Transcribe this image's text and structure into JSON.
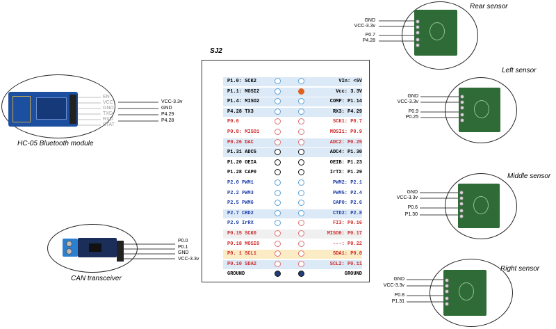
{
  "board": {
    "title": "SJ2",
    "rows": [
      {
        "left": "P1.0: SCK2",
        "right": "VIn: <5V",
        "lc": "black",
        "rc": "black",
        "bg": "#dce9f6",
        "lp": "blue",
        "rp": "blue"
      },
      {
        "left": "P1.1: MOSI2",
        "right": "Vcc: 3.3V",
        "lc": "black",
        "rc": "black",
        "bg": "#dce9f6",
        "lp": "blue",
        "rp": "orange"
      },
      {
        "left": "P1.4: MISO2",
        "right": "COMP: P1.14",
        "lc": "black",
        "rc": "black",
        "bg": "#dce9f6",
        "lp": "blue",
        "rp": "blue"
      },
      {
        "left": "P4.28 TX3",
        "right": "RX3: P4.29",
        "lc": "black",
        "rc": "black",
        "bg": "#dce9f6",
        "lp": "blue",
        "rp": "blue"
      },
      {
        "left": "P0.6",
        "right": "SCK1: P0.7",
        "lc": "red",
        "rc": "red",
        "bg": "#ffffff",
        "lp": "red",
        "rp": "red"
      },
      {
        "left": "P0.8: MISO1",
        "right": "MOSI1: P0.9",
        "lc": "red",
        "rc": "red",
        "bg": "#ffffff",
        "lp": "red",
        "rp": "red"
      },
      {
        "left": "P0.26 DAC",
        "right": "ADC2: P0.25",
        "lc": "red",
        "rc": "red",
        "bg": "#dce9f6",
        "lp": "red",
        "rp": "red"
      },
      {
        "left": "P1.31 ADC5",
        "right": "ADC4: P1.30",
        "lc": "black",
        "rc": "black",
        "bg": "#dce9f6",
        "lp": "black",
        "rp": "black"
      },
      {
        "left": "P1.20 OEIA",
        "right": "OEIB: P1.23",
        "lc": "black",
        "rc": "black",
        "bg": "#ffffff",
        "lp": "black",
        "rp": "black"
      },
      {
        "left": "P1.28 CAP0",
        "right": "IrTX: P1.29",
        "lc": "black",
        "rc": "black",
        "bg": "#ffffff",
        "lp": "black",
        "rp": "black"
      },
      {
        "left": "P2.0 PWM1",
        "right": "PWM2: P2.1",
        "lc": "blue",
        "rc": "blue",
        "bg": "#ffffff",
        "lp": "blue",
        "rp": "blue"
      },
      {
        "left": "P2.2 PWM3",
        "right": "PWM5: P2.4",
        "lc": "blue",
        "rc": "blue",
        "bg": "#ffffff",
        "lp": "blue",
        "rp": "blue"
      },
      {
        "left": "P2.5 PWM6",
        "right": "CAP0: P2.6",
        "lc": "blue",
        "rc": "blue",
        "bg": "#ffffff",
        "lp": "blue",
        "rp": "blue"
      },
      {
        "left": "P2.7 CRD2",
        "right": "CTD2: P2.8",
        "lc": "blue",
        "rc": "blue",
        "bg": "#dce9f6",
        "lp": "blue",
        "rp": "blue"
      },
      {
        "left": "P2.9 IrRX",
        "right": "FI3: P0.16",
        "lc": "blue",
        "rc": "red",
        "bg": "#ffffff",
        "lp": "blue",
        "rp": "red"
      },
      {
        "left": "P0.15 SCK0",
        "right": "MISO0: P0.17",
        "lc": "red",
        "rc": "red",
        "bg": "#f0f0f0",
        "lp": "red",
        "rp": "red"
      },
      {
        "left": "P0.18 MOSI0",
        "right": "---: P0.22",
        "lc": "red",
        "rc": "red",
        "bg": "#ffffff",
        "lp": "red",
        "rp": "red"
      },
      {
        "left": "P0. 1 SCL1",
        "right": "SDA1: P0.0",
        "lc": "red",
        "rc": "red",
        "bg": "#fcecc6",
        "lp": "red",
        "rp": "red"
      },
      {
        "left": "P0.10 SDA2",
        "right": "SCL2: P0.11",
        "lc": "red",
        "rc": "red",
        "bg": "#dce9f6",
        "lp": "red",
        "rp": "red"
      },
      {
        "left": "GROUND",
        "right": "GROUND",
        "lc": "black",
        "rc": "black",
        "bg": "#ffffff",
        "lp": "ground",
        "rp": "ground"
      }
    ]
  },
  "bluetooth": {
    "caption": "HC-05 Bluetooth module",
    "pin_labels": [
      "EN",
      "VCC",
      "GND",
      "TXD",
      "RXD",
      "STAT"
    ],
    "wire_labels": [
      "VCC-3.3v",
      "GND",
      "P4.29",
      "P4.28"
    ]
  },
  "can": {
    "caption": "CAN transceiver",
    "wire_labels": [
      "P0.0",
      "P0.1",
      "GND",
      "VCC-3.3v"
    ]
  },
  "sensors": [
    {
      "title": "Rear sensor",
      "labels": [
        "GND",
        "VCC-3.3v",
        "P0.7",
        "P4.28"
      ]
    },
    {
      "title": "Left sensor",
      "labels": [
        "GND",
        "VCC-3.3v",
        "P0.9",
        "P0.25"
      ]
    },
    {
      "title": "Middle sensor",
      "labels": [
        "GND",
        "VCC-3.3v",
        "P0.6",
        "P1.30"
      ]
    },
    {
      "title": "Right sensor",
      "labels": [
        "GND",
        "VCC-3.3v",
        "P0.8",
        "P1.31"
      ]
    }
  ],
  "colors": {
    "pin_blue": "#5aa0d8",
    "pin_red": "#e07070",
    "pin_black": "#111111",
    "pin_orange": "#e06020",
    "pcb_green": "#2f6b36",
    "bt_blue": "#1d4fa0",
    "can_blue": "#2a7fd0"
  }
}
